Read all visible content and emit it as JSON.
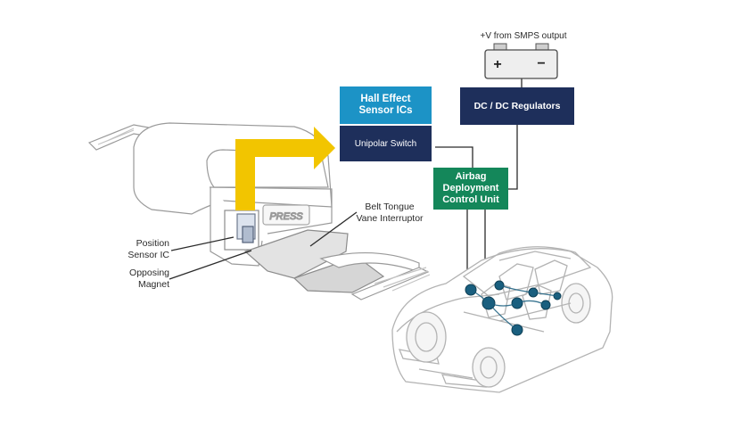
{
  "labels": {
    "smps": "+V from SMPS output",
    "position_sensor_1": "Position",
    "position_sensor_2": "Sensor IC",
    "magnet_1": "Opposing",
    "magnet_2": "Magnet",
    "belt_1": "Belt Tongue",
    "belt_2": "Vane Interruptor",
    "buckle_brand": "PRESS"
  },
  "boxes": {
    "hall_line1": "Hall Effect",
    "hall_line2": "Sensor ICs",
    "unipolar": "Unipolar Switch",
    "dcdc": "DC / DC Regulators",
    "airbag_line1": "Airbag",
    "airbag_line2": "Deployment",
    "airbag_line3": "Control Unit"
  },
  "battery": {
    "plus": "+",
    "minus": "−"
  },
  "colors": {
    "hall": "#1c93c6",
    "navy": "#1e2f5b",
    "green": "#14875a",
    "arrow": "#f2c500",
    "airbag": "#1a5f7f"
  },
  "icons": [
    "battery-icon",
    "yellow-arrow-icon",
    "seat-belt-buckle-icon",
    "car-icon"
  ]
}
